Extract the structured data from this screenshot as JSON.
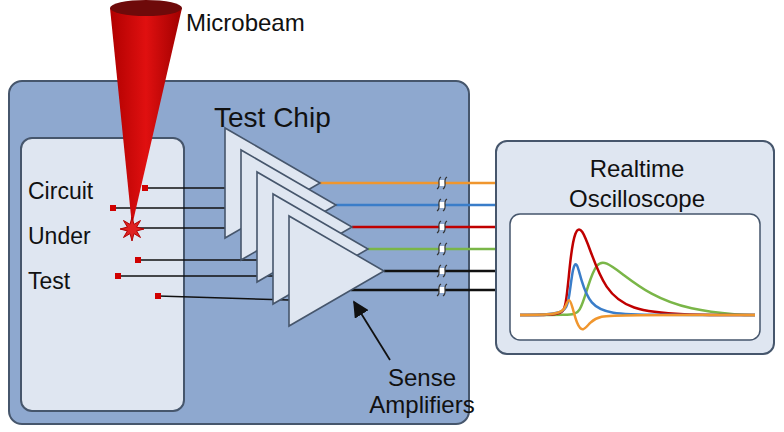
{
  "diagram": {
    "nodes": [
      {
        "text": [
          "Test Chip"
        ]
      },
      {
        "text": [
          "Circuit Under Test"
        ],
        "in": 0
      },
      {
        "text": [
          "Realtime Oscilloscope"
        ]
      }
    ],
    "labels": [
      "Microbeam",
      "Sense Amplifiers"
    ]
  }
}
